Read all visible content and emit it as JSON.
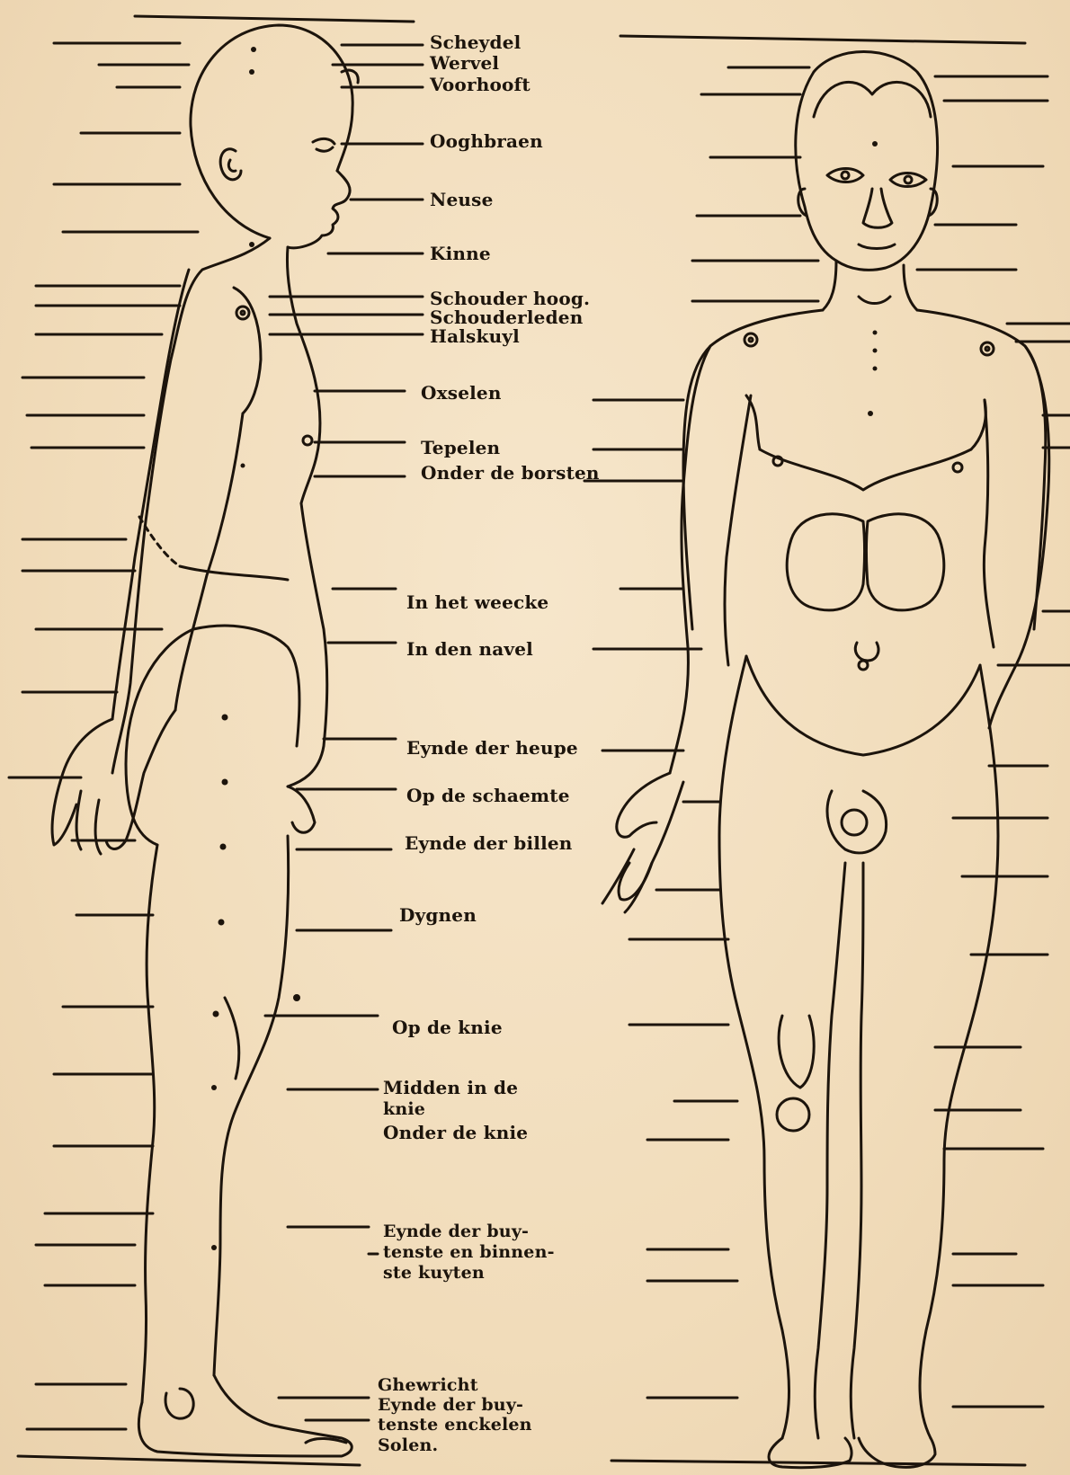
{
  "labels": {
    "schedel": "Scheydel",
    "wervel": "Wervel",
    "voorhooft": "Voorhooft",
    "ooghbraen": "Ooghbraen",
    "neuse": "Neuse",
    "kinne": "Kinne",
    "schouder_hoog": "Schouder hoog.",
    "schouderleden": "Schouderleden",
    "halskuyl": "Halskuyl",
    "oxselen": "Oxselen",
    "tepelen": "Tepelen",
    "onder_borsten": "Onder de borsten",
    "weecke": "In het weecke",
    "navel": "In den navel",
    "heupe": "Eynde der heupe",
    "schaemte": "Op de schaemte",
    "billen": "Eynde der billen",
    "dygnen": "Dygnen",
    "knie": "Op de knie",
    "midden_knie_1": "Midden in de",
    "midden_knie_2": "knie",
    "onder_knie": "Onder de knie",
    "kuyten_1": "Eynde der buy-",
    "kuyten_2": "tenste en binnen-",
    "kuyten_3": "ste kuyten",
    "ghewricht": "Ghewricht",
    "enckelen_1": "Eynde der buy-",
    "enckelen_2": "tenste enckelen",
    "solen": "Solen."
  },
  "colors": {
    "paper": "#f3dfc0",
    "ink": "#1c140c"
  }
}
